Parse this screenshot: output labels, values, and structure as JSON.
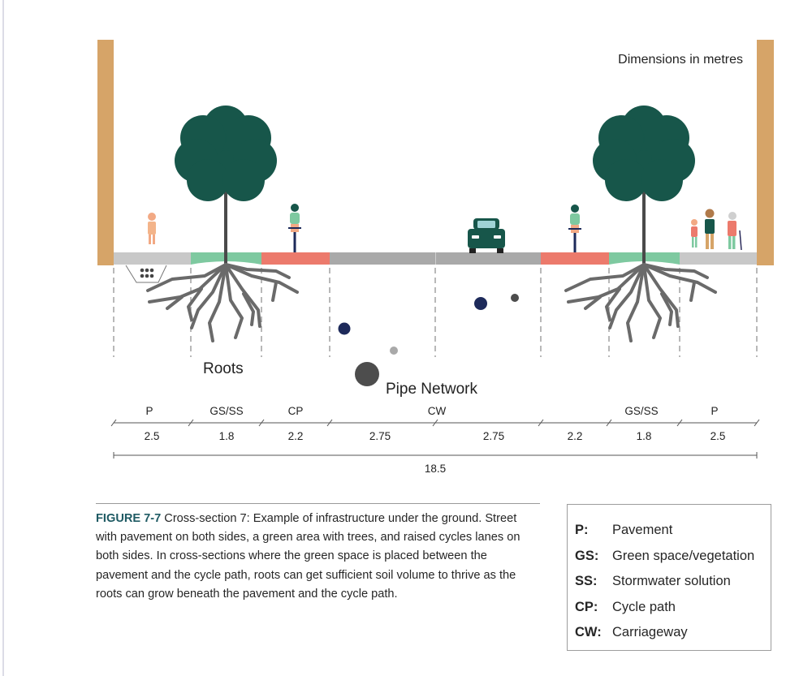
{
  "dimensions_note": "Dimensions in metres",
  "labels": {
    "roots": "Roots",
    "pipe_network": "Pipe Network"
  },
  "zones": [
    {
      "code": "P",
      "width": "2.5"
    },
    {
      "code": "GS/SS",
      "width": "1.8"
    },
    {
      "code": "CP",
      "width": "2.2"
    },
    {
      "code": "CW",
      "width": "2.75"
    },
    {
      "code": "",
      "width": "2.75"
    },
    {
      "code": "",
      "width": "2.2"
    },
    {
      "code": "GS/SS",
      "width": "1.8"
    },
    {
      "code": "P",
      "width": "2.5"
    }
  ],
  "total_width": "18.5",
  "caption": {
    "figure_number": "FIGURE 7-7",
    "text": "Cross-section 7: Example of infrastructure under the ground. Street with pavement on both sides, a green area with trees, and raised cycles lanes on both sides. In cross-sections where the green space is placed between the pavement and the cycle path, roots can get sufficient soil volume to thrive as the roots can grow beneath the pavement and the cycle path."
  },
  "legend": [
    {
      "code": "P:",
      "desc": "Pavement"
    },
    {
      "code": "GS:",
      "desc": "Green space/vegetation"
    },
    {
      "code": "SS:",
      "desc": "Stormwater solution"
    },
    {
      "code": "CP:",
      "desc": "Cycle path"
    },
    {
      "code": "CW:",
      "desc": "Carriageway"
    }
  ],
  "colors": {
    "building": "#d6a468",
    "pavement": "#c8c8c8",
    "green_strip": "#7ec9a0",
    "cycle_path": "#ec7a6c",
    "carriageway": "#a9a9a9",
    "tree_crown": "#17564a",
    "roots": "#6a6a6a",
    "pipe_dark": "#1d2a5a",
    "pipe_grey": "#4d4d4d",
    "caption_accent": "#1e5a63"
  }
}
